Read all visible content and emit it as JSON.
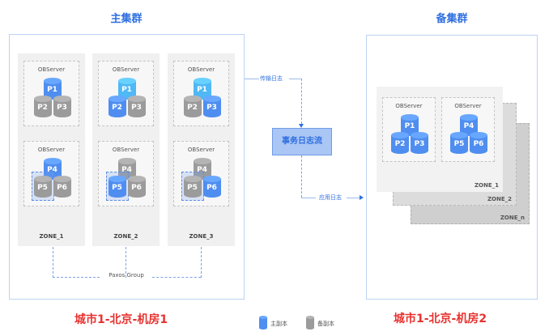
{
  "colors": {
    "primary": "#4f8ef0",
    "primary_light": "#4fb8f5",
    "standby": "#9b9b9b",
    "title_blue": "#2f6fe0",
    "site_red": "#e8322f"
  },
  "primary_cluster": {
    "title": "主集群",
    "zones": [
      {
        "label": "ZONE_1",
        "servers": [
          {
            "label": "OBServer",
            "replicas": [
              {
                "name": "P1",
                "role": "primary"
              },
              {
                "name": "P2",
                "role": "standby"
              },
              {
                "name": "P3",
                "role": "standby"
              }
            ],
            "selected": null
          },
          {
            "label": "OBServer",
            "replicas": [
              {
                "name": "P4",
                "role": "primary"
              },
              {
                "name": "P5",
                "role": "standby"
              },
              {
                "name": "P6",
                "role": "standby"
              }
            ],
            "selected": "P5"
          }
        ]
      },
      {
        "label": "ZONE_2",
        "servers": [
          {
            "label": "OBServer",
            "replicas": [
              {
                "name": "P1",
                "role": "primary_light"
              },
              {
                "name": "P2",
                "role": "primary"
              },
              {
                "name": "P3",
                "role": "standby"
              }
            ],
            "selected": null
          },
          {
            "label": "OBServer",
            "replicas": [
              {
                "name": "P4",
                "role": "standby"
              },
              {
                "name": "P5",
                "role": "primary"
              },
              {
                "name": "P6",
                "role": "standby"
              }
            ],
            "selected": "P5"
          }
        ]
      },
      {
        "label": "ZONE_3",
        "servers": [
          {
            "label": "OBServer",
            "replicas": [
              {
                "name": "P1",
                "role": "primary_light"
              },
              {
                "name": "P2",
                "role": "standby"
              },
              {
                "name": "P3",
                "role": "primary"
              }
            ],
            "selected": null
          },
          {
            "label": "OBServer",
            "replicas": [
              {
                "name": "P4",
                "role": "standby"
              },
              {
                "name": "P5",
                "role": "standby"
              },
              {
                "name": "P6",
                "role": "primary"
              }
            ],
            "selected": "P5"
          }
        ]
      }
    ],
    "paxos_label": "Paxos Group",
    "site_label": "城市1-北京-机房1"
  },
  "log_flow": {
    "transmit_label": "传输日志",
    "box_label": "事务日志流",
    "apply_label": "应用日志"
  },
  "standby_cluster": {
    "title": "备集群",
    "zone_stack": [
      "ZONE_1",
      "ZONE_2",
      "ZONE_n"
    ],
    "servers": [
      {
        "label": "OBServer",
        "replicas": [
          {
            "name": "P1",
            "role": "primary"
          },
          {
            "name": "P2",
            "role": "primary"
          },
          {
            "name": "P3",
            "role": "primary"
          }
        ]
      },
      {
        "label": "OBServer",
        "replicas": [
          {
            "name": "P4",
            "role": "primary"
          },
          {
            "name": "P5",
            "role": "primary"
          },
          {
            "name": "P6",
            "role": "primary"
          }
        ]
      }
    ],
    "site_label": "城市1-北京-机房2"
  },
  "legend": [
    {
      "label": "主副本",
      "role": "primary"
    },
    {
      "label": "备副本",
      "role": "standby"
    }
  ]
}
